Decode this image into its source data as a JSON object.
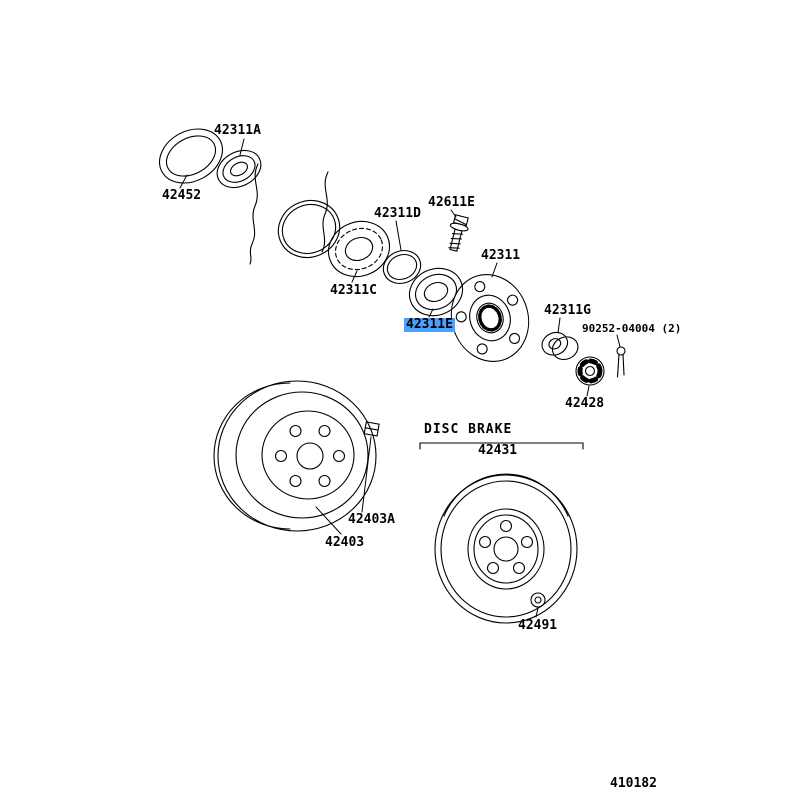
{
  "diagram": {
    "section_title": "DISC BRAKE",
    "doc_number": "410182",
    "highlight_color": "#49a2ff",
    "highlight_style": "background:#49a2ff;",
    "parts": {
      "42311A": "42311A",
      "42452": "42452",
      "42311D": "42311D",
      "42611E": "42611E",
      "42311C": "42311C",
      "42311E": "42311E",
      "42311": "42311",
      "42311G": "42311G",
      "90252": "90252-04004 (2)",
      "42428": "42428",
      "42403A": "42403A",
      "42403": "42403",
      "42431": "42431",
      "42491": "42491"
    }
  }
}
